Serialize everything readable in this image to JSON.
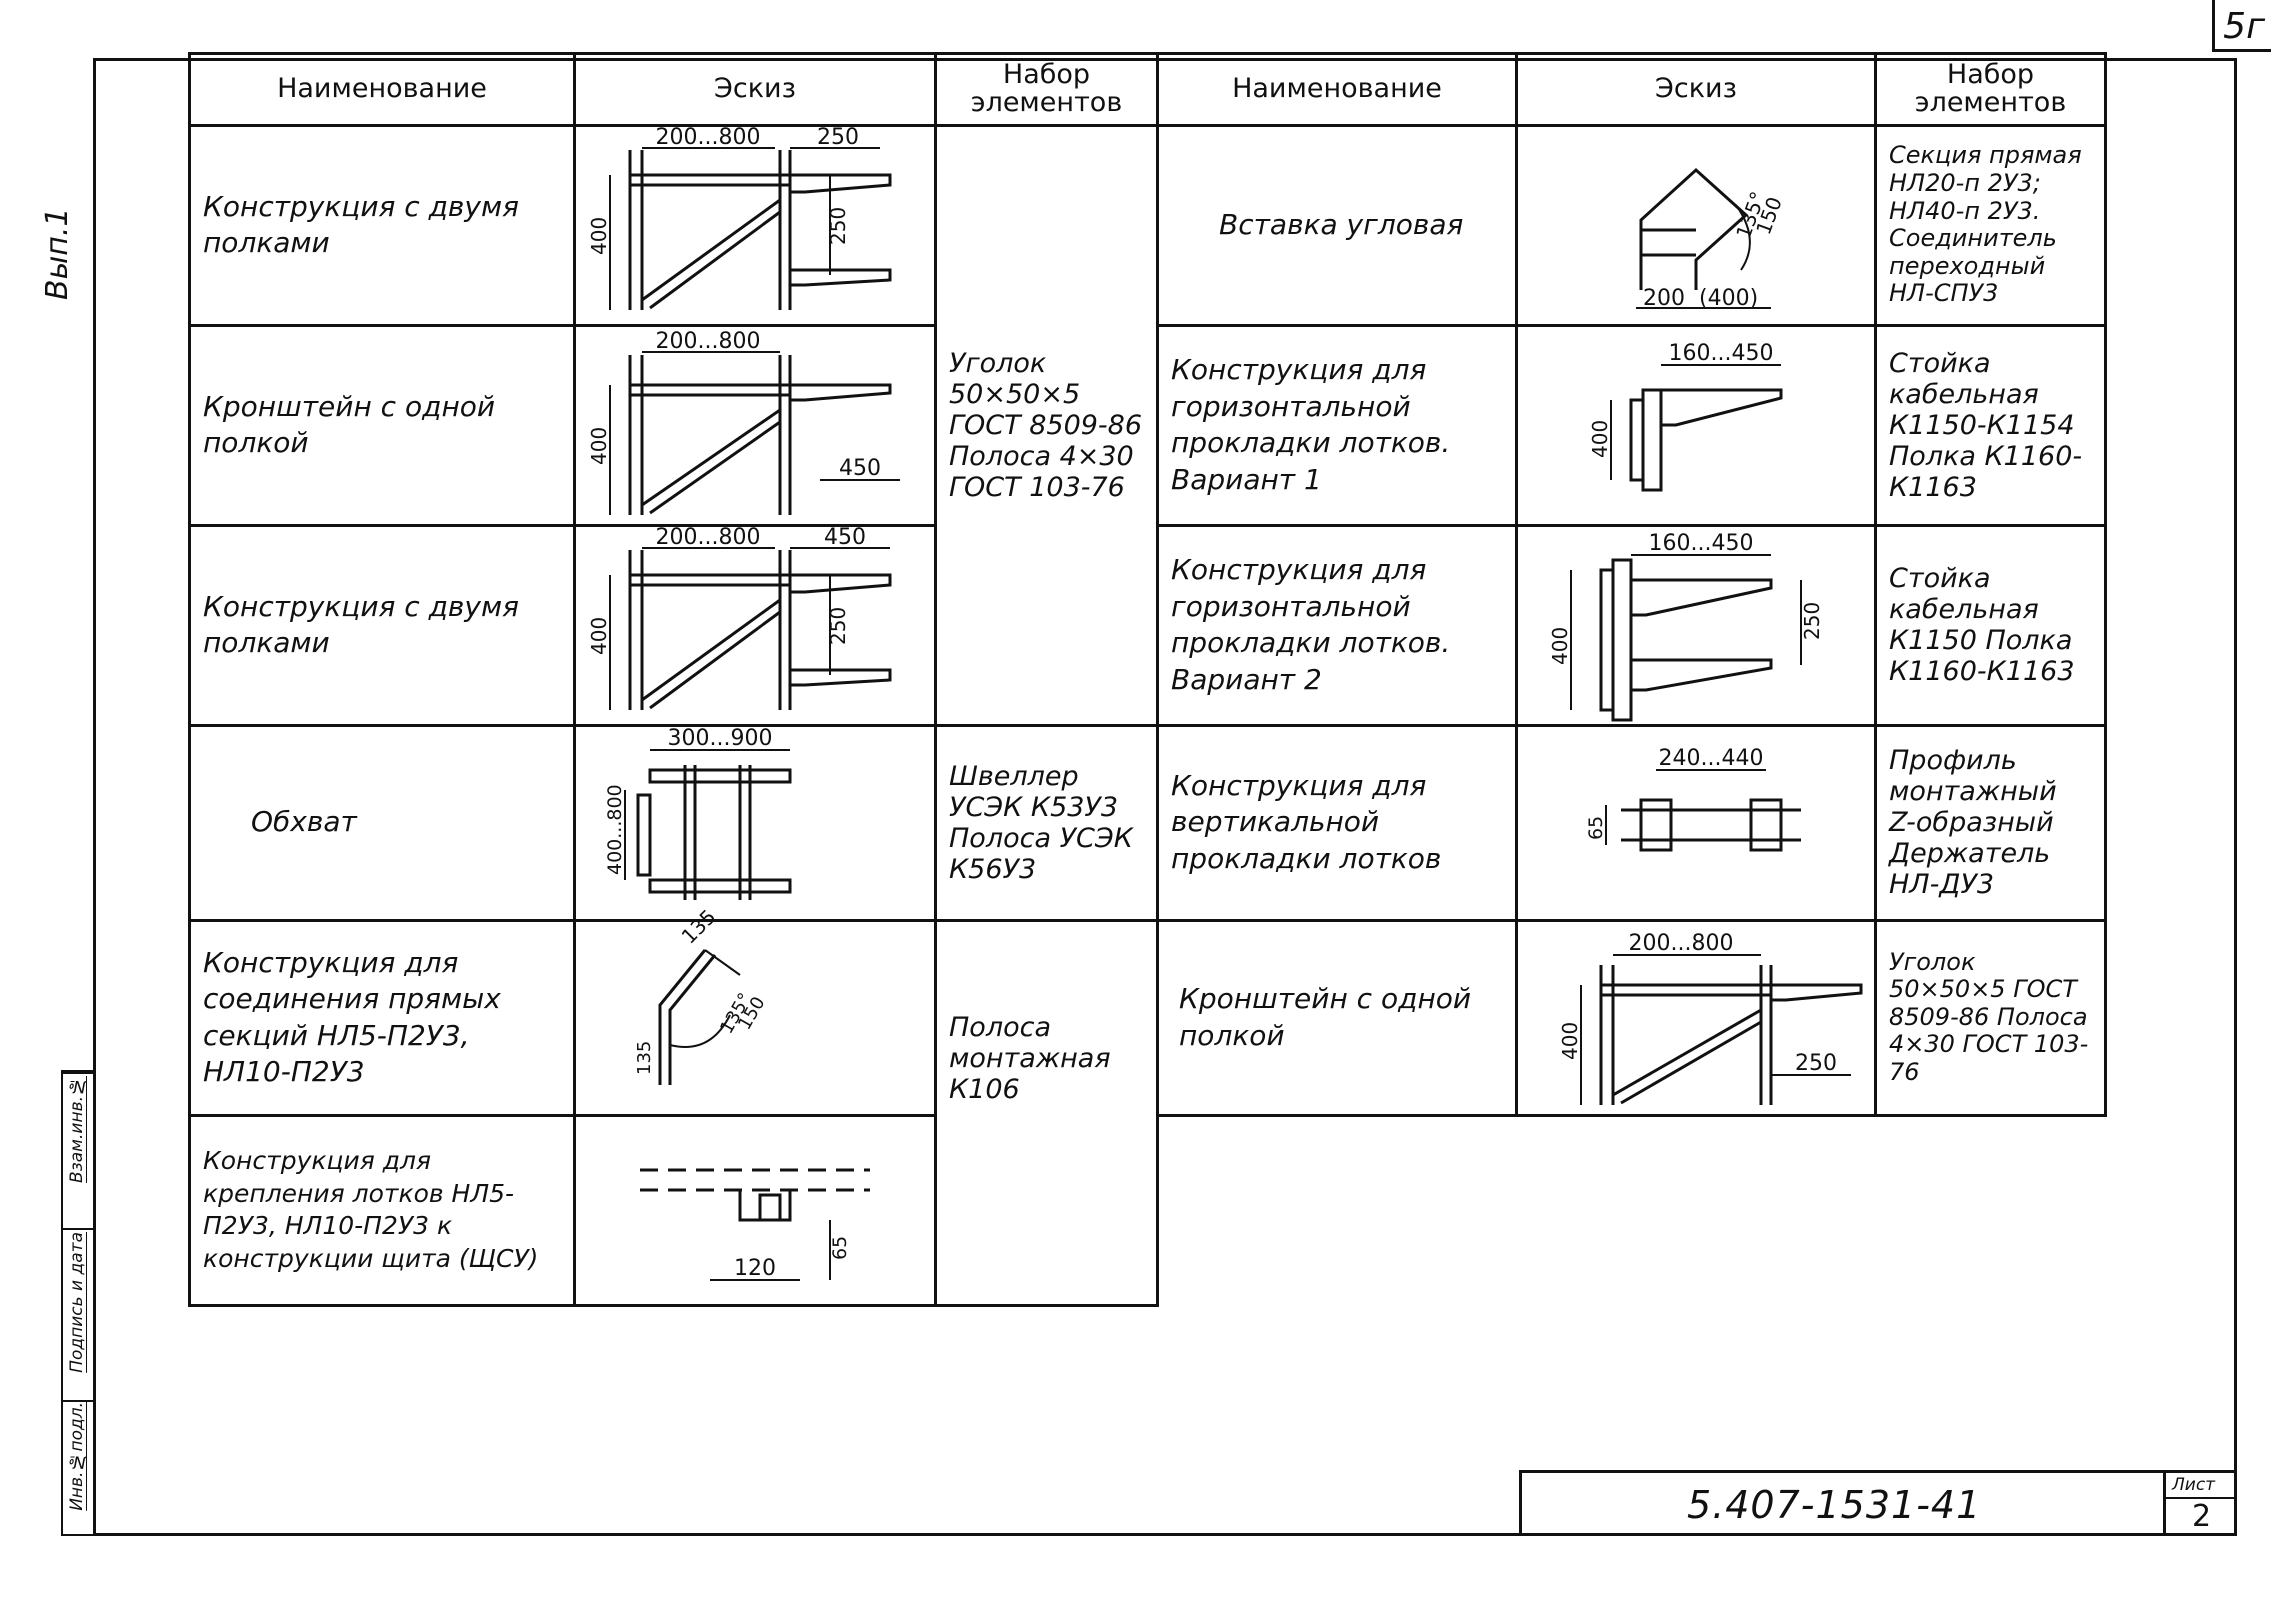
{
  "sheet_corner": "5г",
  "side_label": "Вып.1",
  "stamp": [
    "Инв.№подл.",
    "Подпись и дата",
    "Взам.инв.№"
  ],
  "headers": {
    "name": "Наименование",
    "sketch": "Эскиз",
    "set": "Набор элементов"
  },
  "left_rows": [
    {
      "name": "Конструкция с двумя полками",
      "dims": [
        "200...800",
        "250",
        "400",
        "250"
      ]
    },
    {
      "name": "Кронштейн с одной полкой",
      "dims": [
        "200...800",
        "400",
        "450"
      ]
    },
    {
      "name": "Конструкция с двумя полками",
      "dims": [
        "200...800",
        "450",
        "400",
        "250"
      ]
    },
    {
      "name": "Обхват",
      "dims": [
        "300...900",
        "400...800"
      ]
    },
    {
      "name": "Конструкция для соединения прямых секций НЛ5-П2У3, НЛ10-П2У3",
      "dims": [
        "135",
        "135°",
        "150",
        "135"
      ]
    },
    {
      "name": "Конструкция для крепления лотков НЛ5-П2У3, НЛ10-П2У3 к конструкции щита (ЩСУ)",
      "dims": [
        "120",
        "65"
      ]
    }
  ],
  "left_sets": [
    "Уголок 50×50×5 ГОСТ 8509-86 Полоса 4×30 ГОСТ 103-76",
    "Швеллер УСЭК К53У3 Полоса УСЭК К56У3",
    "Полоса монтажная К106"
  ],
  "right_rows": [
    {
      "name": "Вставка угловая",
      "set": "Секция прямая НЛ20-п 2У3; НЛ40-п 2У3. Соединитель переходный НЛ-СПУ3",
      "dims": [
        "135°",
        "150",
        "200",
        "(400)"
      ]
    },
    {
      "name": "Конструкция для горизонтальной прокладки лотков. Вариант 1",
      "set": "Стойка кабельная К1150-К1154 Полка К1160-К1163",
      "dims": [
        "160...450",
        "400"
      ]
    },
    {
      "name": "Конструкция для горизонтальной прокладки лотков. Вариант 2",
      "set": "Стойка кабельная К1150 Полка К1160-К1163",
      "dims": [
        "160...450",
        "400",
        "250"
      ]
    },
    {
      "name": "Конструкция для вертикальной прокладки лотков",
      "set": "Профиль монтажный Z-образный Держатель НЛ-ДУ3",
      "dims": [
        "240...440",
        "65"
      ]
    },
    {
      "name": "Кронштейн с одной полкой",
      "set": "Уголок 50×50×5 ГОСТ 8509-86 Полоса 4×30 ГОСТ 103-76",
      "dims": [
        "200...800",
        "400",
        "250"
      ]
    }
  ],
  "title_block": {
    "code": "5.407-1531-41",
    "sheet_label": "Лист",
    "sheet_no": "2"
  }
}
